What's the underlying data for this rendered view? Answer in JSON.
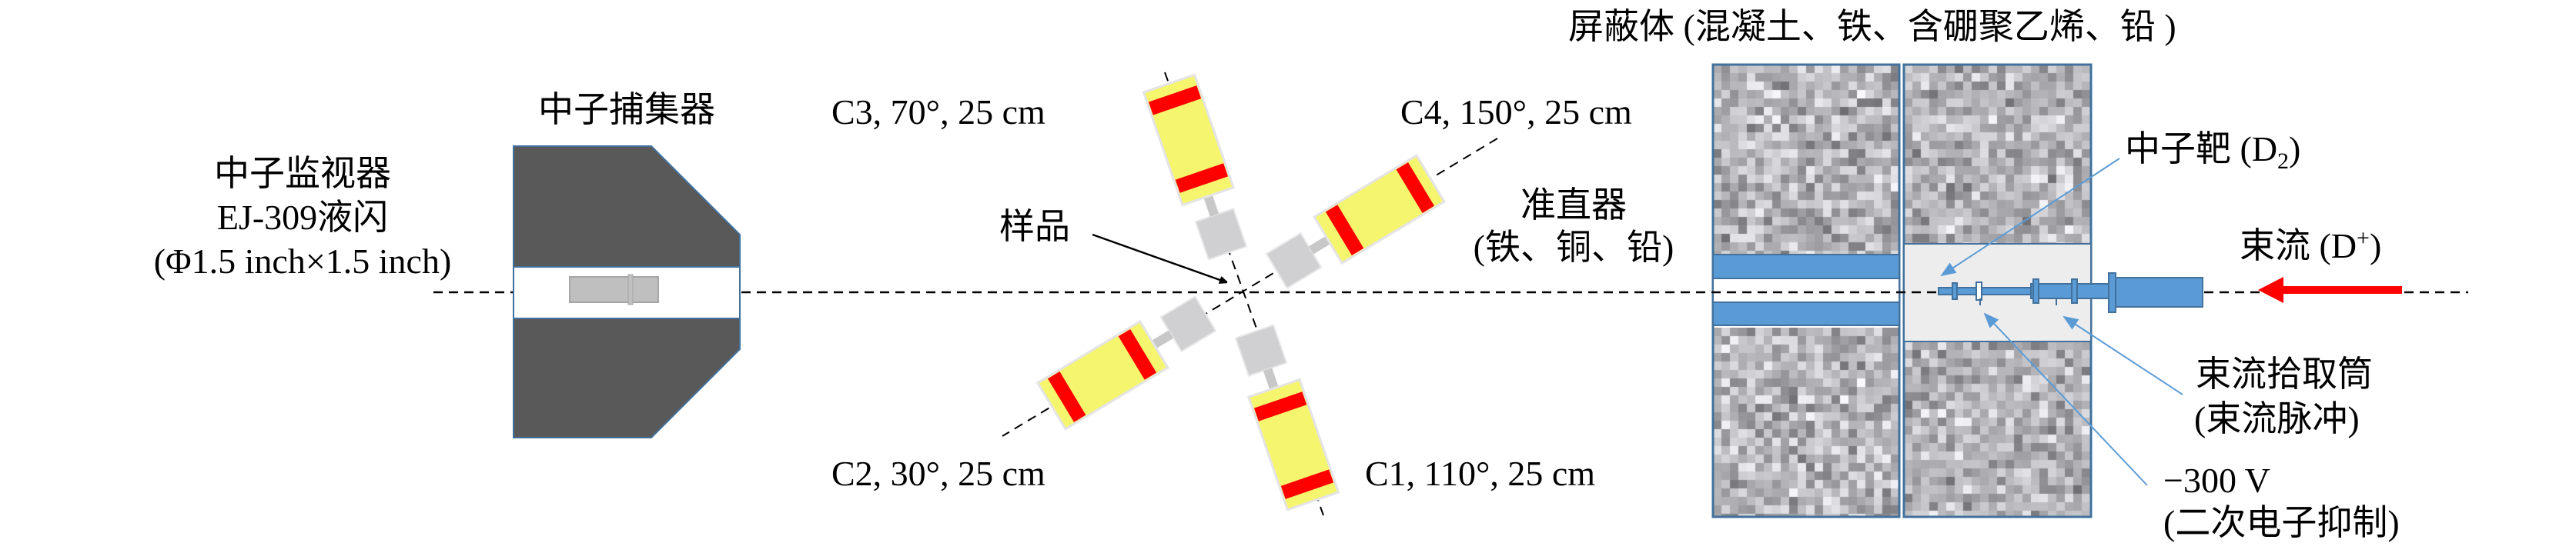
{
  "monitor": {
    "line1": "中子监视器",
    "line2": "EJ-309液闪",
    "line3": "(Φ1.5 inch×1.5 inch)"
  },
  "catcher": {
    "label": "中子捕集器"
  },
  "detectors": {
    "c1": "C1, 110°, 25 cm",
    "c2": "C2, 30°, 25 cm",
    "c3": "C3, 70°, 25 cm",
    "c4": "C4, 150°, 25 cm"
  },
  "sample": {
    "label": "样品"
  },
  "collimator": {
    "line1": "准直器",
    "line2": "(铁、铜、铅)"
  },
  "shield": {
    "label": "屏蔽体 (混凝土、铁、含硼聚乙烯、铅 )"
  },
  "target": {
    "label_main": "中子靶 (D",
    "label_sub": "2",
    "label_end": ")"
  },
  "beam": {
    "label_main": "束流 (D",
    "label_sup": "+",
    "label_end": ")"
  },
  "pickup": {
    "line1": "束流拾取筒",
    "line2": "(束流脉冲)"
  },
  "suppression": {
    "line1": "−300 V",
    "line2": "(二次电子抑制)"
  },
  "colors": {
    "detector_body": "#f5f56e",
    "detector_band": "#ff0000",
    "pipe": "#5b9bd5",
    "beam_arrow": "#ff0000",
    "catcher": "#595959"
  }
}
